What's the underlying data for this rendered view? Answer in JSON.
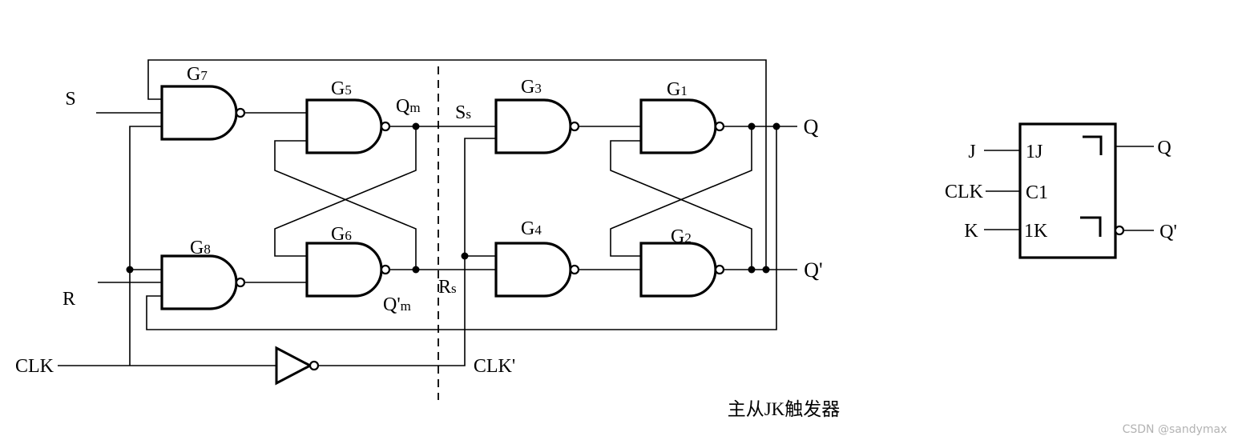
{
  "caption": "主从JK触发器",
  "watermark": "CSDN @sandymax",
  "colors": {
    "line": "#000000",
    "background": "#ffffff",
    "watermark": "#b3b3b3"
  },
  "inputs": {
    "s": "S",
    "r": "R",
    "clk": "CLK"
  },
  "outputs": {
    "q": "Q",
    "q_bar": "Q'"
  },
  "internal": {
    "clk_inv": "CLK'",
    "qm": {
      "main": "Q",
      "sub": "m"
    },
    "qm_bar": {
      "main": "Q'",
      "sub": "m"
    },
    "ss": {
      "main": "S",
      "sub": "s"
    },
    "rs": {
      "main": "R",
      "sub": "s"
    }
  },
  "gates": {
    "g1": {
      "main": "G",
      "sub": "1"
    },
    "g2": {
      "main": "G",
      "sub": "2"
    },
    "g3": {
      "main": "G",
      "sub": "3"
    },
    "g4": {
      "main": "G",
      "sub": "4"
    },
    "g5": {
      "main": "G",
      "sub": "5"
    },
    "g6": {
      "main": "G",
      "sub": "6"
    },
    "g7": {
      "main": "G",
      "sub": "7"
    },
    "g8": {
      "main": "G",
      "sub": "8"
    }
  },
  "symbol": {
    "j": "J",
    "clk": "CLK",
    "k": "K",
    "pin_j": "1J",
    "pin_clk": "C1",
    "pin_k": "1K",
    "q": "Q",
    "q_bar": "Q'"
  }
}
